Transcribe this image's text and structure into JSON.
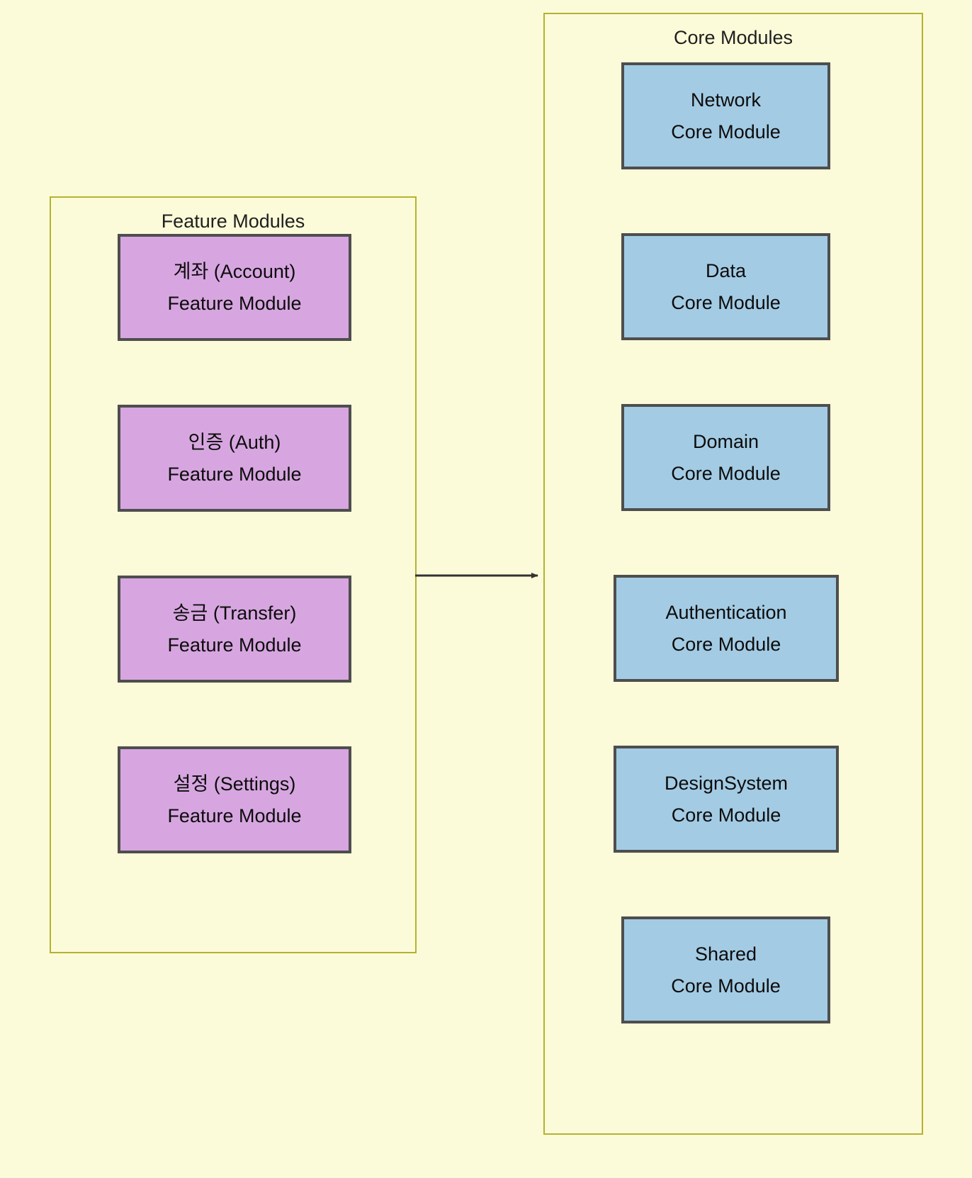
{
  "diagram": {
    "type": "module-architecture",
    "background_color": "#fcfbd9",
    "group_border_color": "#b5b22f",
    "node_border_color": "#4e4e4e",
    "feature_fill": "#d7a6e0",
    "core_fill": "#a3cbe4",
    "groups": [
      {
        "id": "feature-modules",
        "title": "Feature Modules",
        "nodes": [
          {
            "id": "account",
            "line1": "계좌 (Account)",
            "line2": "Feature Module"
          },
          {
            "id": "auth",
            "line1": "인증 (Auth)",
            "line2": "Feature Module"
          },
          {
            "id": "transfer",
            "line1": "송금 (Transfer)",
            "line2": "Feature Module"
          },
          {
            "id": "settings",
            "line1": "설정 (Settings)",
            "line2": "Feature Module"
          }
        ]
      },
      {
        "id": "core-modules",
        "title": "Core Modules",
        "nodes": [
          {
            "id": "network",
            "line1": "Network",
            "line2": "Core Module"
          },
          {
            "id": "data",
            "line1": "Data",
            "line2": "Core Module"
          },
          {
            "id": "domain",
            "line1": "Domain",
            "line2": "Core Module"
          },
          {
            "id": "authentication",
            "line1": "Authentication",
            "line2": "Core Module"
          },
          {
            "id": "designsystem",
            "line1": "DesignSystem",
            "line2": "Core Module"
          },
          {
            "id": "shared",
            "line1": "Shared",
            "line2": "Core Module"
          }
        ]
      }
    ],
    "edges": [
      {
        "id": "feature-to-core",
        "from": "feature-modules",
        "to": "core-modules",
        "color": "#333333",
        "arrowhead": "filled-triangle"
      }
    ]
  }
}
